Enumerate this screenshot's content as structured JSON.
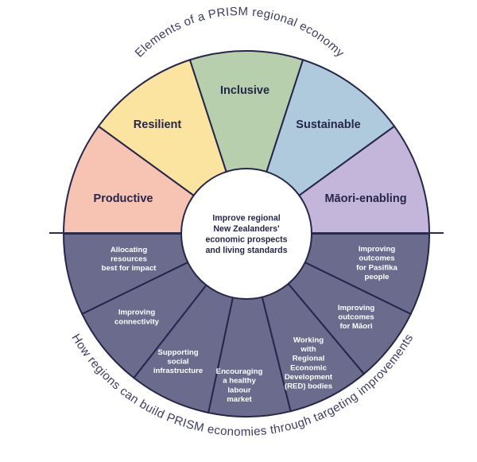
{
  "title": "Elements of a PRISM regional economy",
  "bottom_caption": "How regions can build PRISM economies through targeting improvements",
  "center_text": [
    "Improve regional",
    "New Zealanders'",
    "economic prospects",
    "and living standards"
  ],
  "segments": [
    {
      "label": "Productive",
      "color": "#f7c4b4"
    },
    {
      "label": "Resilient",
      "color": "#fbe4a0"
    },
    {
      "label": "Inclusive",
      "color": "#b8cfae"
    },
    {
      "label": "Sustainable",
      "color": "#afc9dd"
    },
    {
      "label": "Māori-enabling",
      "color": "#c4b5da"
    }
  ],
  "improvements": [
    {
      "lines": [
        "Allocating",
        "resources",
        "best for impact"
      ]
    },
    {
      "lines": [
        "Improving",
        "connectivity"
      ]
    },
    {
      "lines": [
        "Supporting",
        "social",
        "infrastructure"
      ]
    },
    {
      "lines": [
        "Encouraging",
        "a healthy",
        "labour",
        "market"
      ]
    },
    {
      "lines": [
        "Working",
        "with",
        "Regional",
        "Economic",
        "Development",
        "(RED) bodies"
      ]
    },
    {
      "lines": [
        "Improving",
        "outcomes",
        "for Māori"
      ]
    },
    {
      "lines": [
        "Improving",
        "outcomes",
        "for Pasifika",
        "people"
      ]
    }
  ],
  "colors": {
    "lower_fill": "#6b6c8d",
    "outline": "#26264a",
    "divider": "#2c2c4c",
    "center_fill": "#ffffff"
  }
}
